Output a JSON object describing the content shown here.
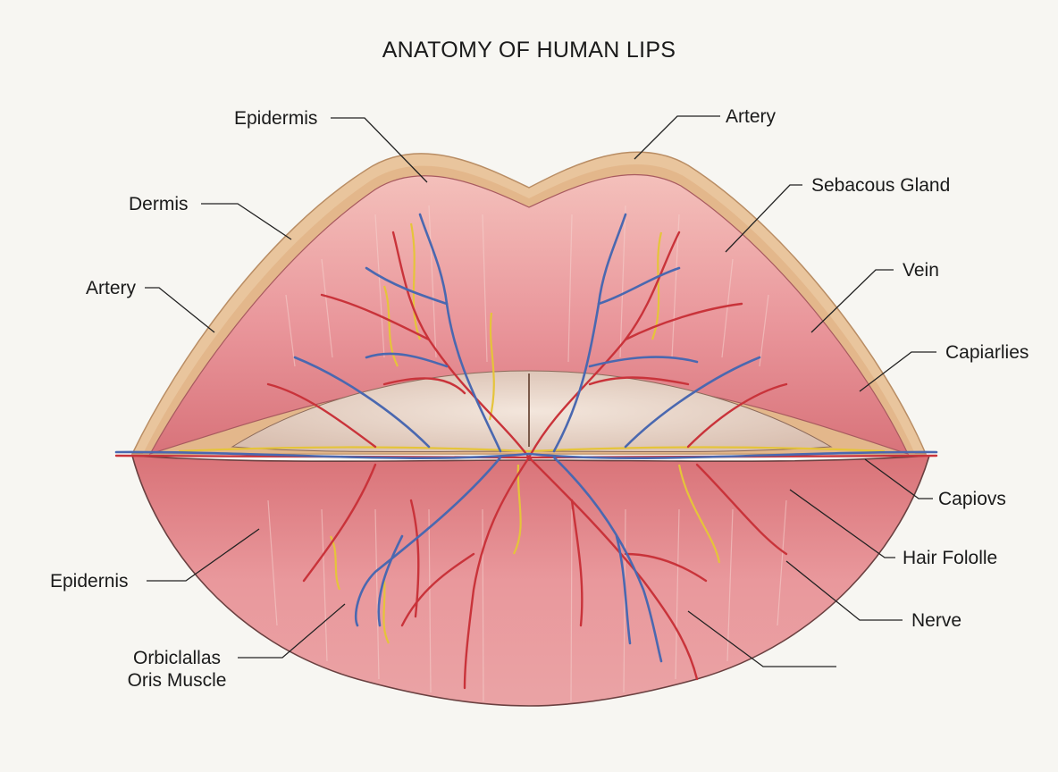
{
  "title": "ANATOMY OF HUMAN LIPS",
  "labels": {
    "epidermis_top": "Epidermis",
    "artery_top": "Artery",
    "dermis": "Dermis",
    "sebaceous_gland": "Sebacous Gland",
    "artery_left": "Artery",
    "vein": "Vein",
    "capillaries": "Capiarlies",
    "capiovs": "Capiovs",
    "hair_follicle": "Hair Fololle",
    "epidermis_bottom": "Epidernis",
    "nerve": "Nerve",
    "orbicularis_line1": "Orbiclallas",
    "orbicularis_line2": "Oris Muscle"
  },
  "colors": {
    "lip": "#e07f82",
    "lip_light": "#f1b7b2",
    "skin_edge": "#e6bf92",
    "artery": "#c9333a",
    "vein": "#4a68b0",
    "nerve": "#e5c43a",
    "inner_mouth": "#ead7c8"
  }
}
